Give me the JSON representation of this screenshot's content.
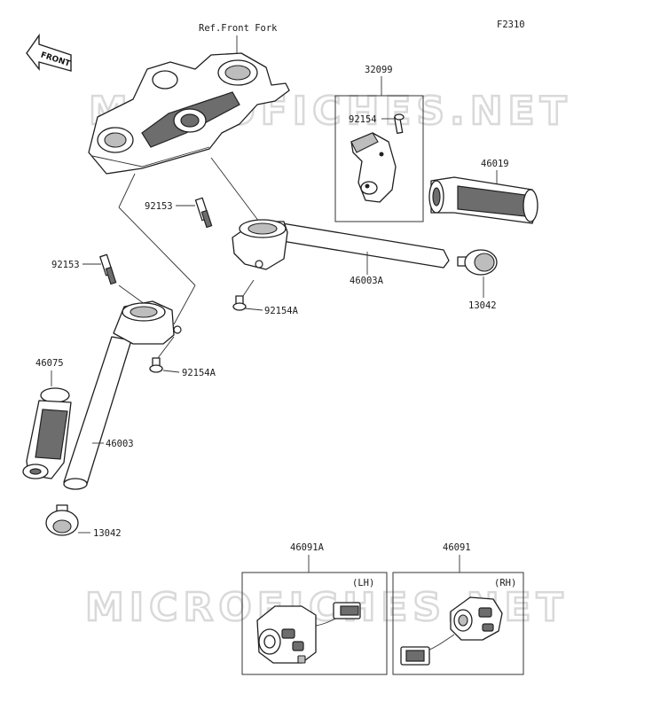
{
  "figure_code": "F2310",
  "front_label": "FRONT",
  "watermark": "MICROFICHES.NET",
  "callouts": {
    "ref_front_fork": "Ref.Front Fork",
    "c32099": "32099",
    "c92154": "92154",
    "c46019": "46019",
    "c92153_upper": "92153",
    "c92153_left": "92153",
    "c46003A": "46003A",
    "c13042_right": "13042",
    "c92154A_right": "92154A",
    "c92154A_left": "92154A",
    "c46075": "46075",
    "c46003": "46003",
    "c13042_left": "13042",
    "c46091A": "46091A",
    "c46091": "46091",
    "lh": "(LH)",
    "rh": "(RH)"
  }
}
